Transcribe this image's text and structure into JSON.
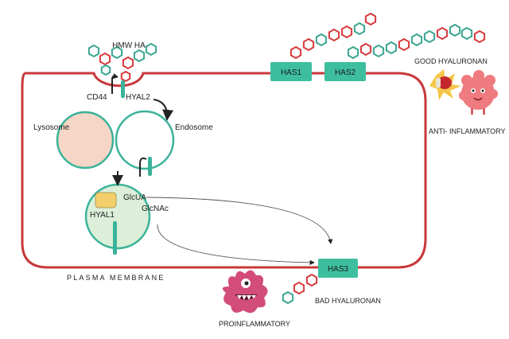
{
  "colors": {
    "membrane": "#c8383b",
    "teal": "#3bb39a",
    "teal_fill": "#3dbf9f",
    "vesicle_fill": "#dcefd9",
    "lysosome_fill": "#f6d6c6",
    "red_hex": "#d8393d",
    "teal_hex": "#3aa592",
    "glcua_fill": "#f2cf6a",
    "arrow": "#222222"
  },
  "labels": {
    "hmw_ha": "HMW HA",
    "cd44": "CD44",
    "hyal2": "HYAL2",
    "lysosome": "Lysosome",
    "endosome": "Endosome",
    "glcua": "GlcUA",
    "glcnac": "GlcNAc",
    "hyal1": "HYAL1",
    "plasma_membrane": "PLASMA MEMBRANE",
    "good_hyaluronan": "GOOD HYALURONAN",
    "anti_inflammatory": "ANTI- INFLAMMATORY",
    "bad_hyaluronan": "BAD HYALURONAN",
    "proinflammatory": "PROINFLAMMATORY"
  },
  "enzymes": {
    "has1": "HAS1",
    "has2": "HAS2",
    "has3": "HAS3"
  },
  "icons": {
    "boxing_glove": "boxing-glove-icon",
    "happy_virus": "happy-virus-icon",
    "monster": "monster-germ-icon"
  }
}
